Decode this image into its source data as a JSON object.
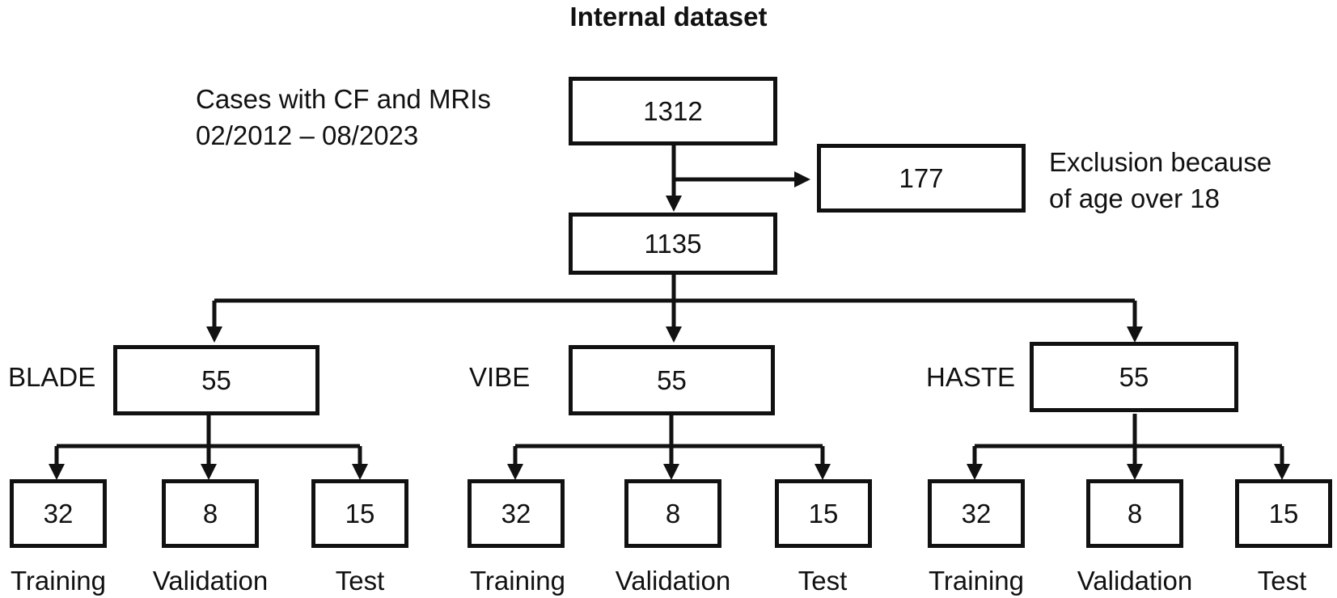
{
  "title": "Internal dataset",
  "top_note": {
    "line1": "Cases with CF and MRIs",
    "line2": "02/2012 – 08/2023"
  },
  "top_value": "1312",
  "exclusion": {
    "value": "177",
    "line1": "Exclusion because",
    "line2": "of age over 18"
  },
  "after_exclusion": "1135",
  "branches": [
    {
      "name": "BLADE",
      "value": "55",
      "splits": [
        {
          "label": "Training",
          "value": "32"
        },
        {
          "label": "Validation",
          "value": "8"
        },
        {
          "label": "Test",
          "value": "15"
        }
      ]
    },
    {
      "name": "VIBE",
      "value": "55",
      "splits": [
        {
          "label": "Training",
          "value": "32"
        },
        {
          "label": "Validation",
          "value": "8"
        },
        {
          "label": "Test",
          "value": "15"
        }
      ]
    },
    {
      "name": "HASTE",
      "value": "55",
      "splits": [
        {
          "label": "Training",
          "value": "32"
        },
        {
          "label": "Validation",
          "value": "8"
        },
        {
          "label": "Test",
          "value": "15"
        }
      ]
    }
  ]
}
